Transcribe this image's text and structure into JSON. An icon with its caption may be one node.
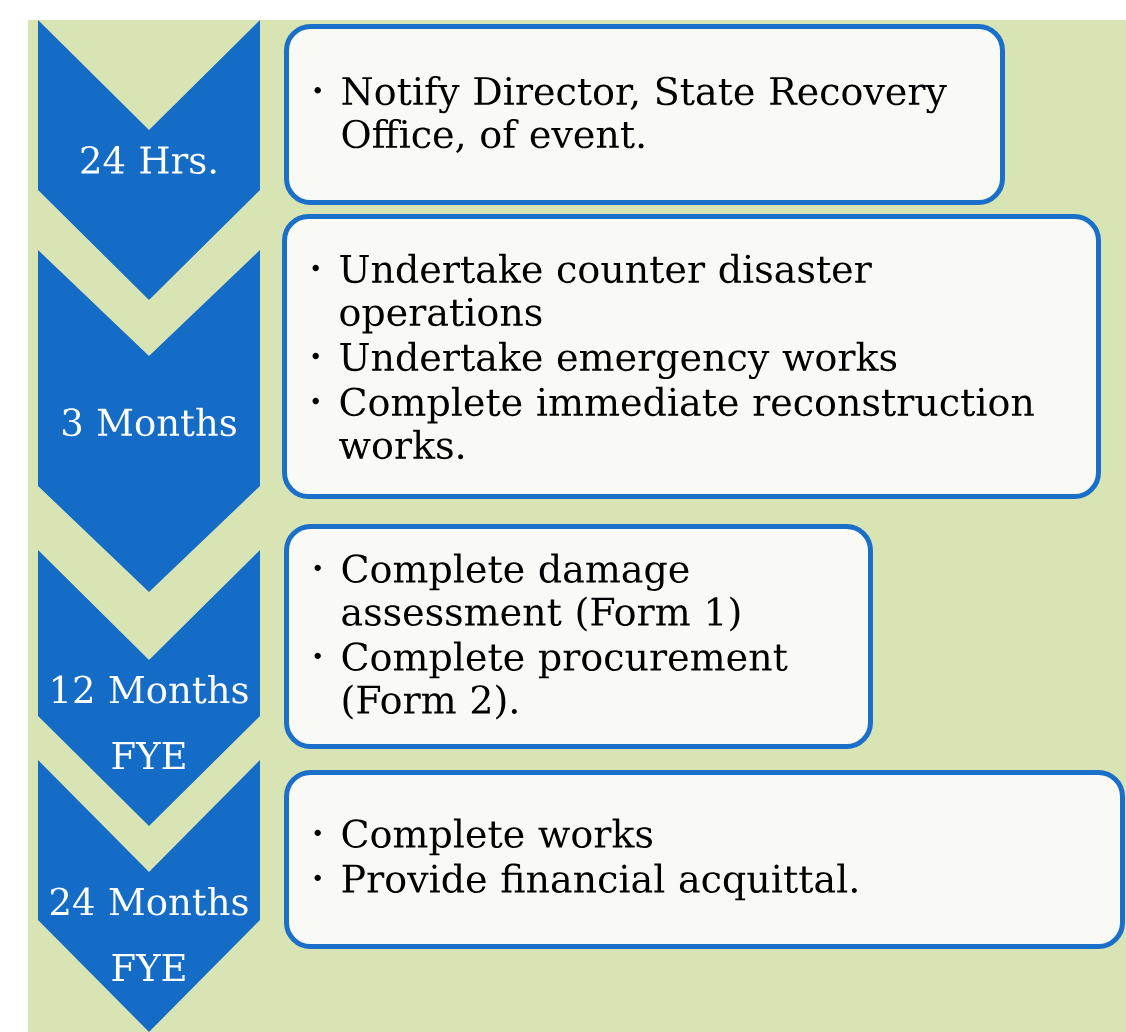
{
  "diagram": {
    "nodes": [
      {
        "text": [
          "24 Hrs."
        ]
      },
      {
        "text": [
          "Notify Director, State Recovery Office, of event."
        ]
      },
      {
        "text": [
          "3 Months"
        ]
      },
      {
        "text": [
          "Undertake counter disaster operations",
          "Undertake emergency works",
          "Complete immediate reconstruction works."
        ]
      },
      {
        "text": [
          "12 Months FYE"
        ]
      },
      {
        "text": [
          "Complete damage assessment (Form 1)",
          "Complete procurement (Form 2)."
        ]
      },
      {
        "text": [
          "24 Months FYE"
        ]
      },
      {
        "text": [
          "Complete works",
          "Provide financial acquittal."
        ]
      }
    ]
  }
}
